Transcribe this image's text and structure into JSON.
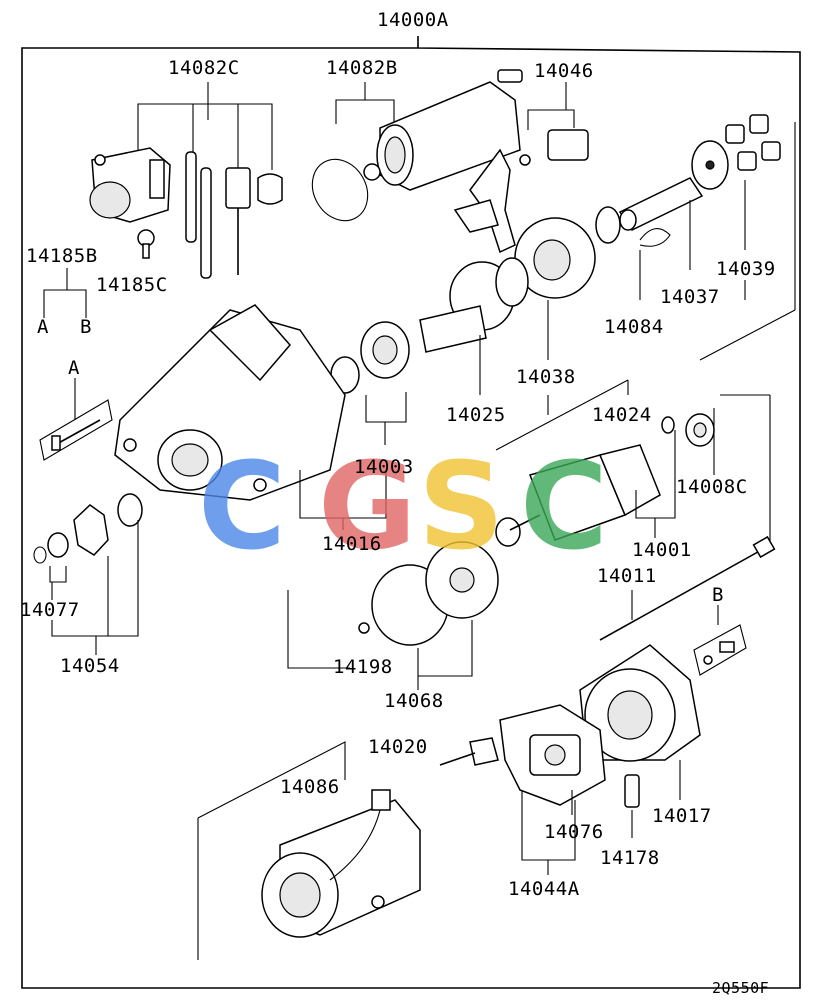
{
  "figure_code": "2Q550F",
  "assembly_label": "14000A",
  "part_labels": {
    "p14082C": "14082C",
    "p14082B": "14082B",
    "p14046": "14046",
    "p14185B": "14185B",
    "p14185C": "14185C",
    "p14039": "14039",
    "p14037": "14037",
    "p14084": "14084",
    "p14038": "14038",
    "p14025": "14025",
    "p14024": "14024",
    "p14003": "14003",
    "p14008C": "14008C",
    "p14016": "14016",
    "p14001": "14001",
    "p14077": "14077",
    "p14054": "14054",
    "p14011": "14011",
    "p14198": "14198",
    "p14068": "14068",
    "p14020": "14020",
    "p14086": "14086",
    "p14017": "14017",
    "p14076": "14076",
    "p14178": "14178",
    "p14044A": "14044A"
  },
  "ref_markers": {
    "a": "A",
    "b": "B"
  },
  "watermark": {
    "letters": [
      "C",
      "G",
      "S",
      "C"
    ],
    "colors": [
      "#4a86e8",
      "#e06666",
      "#f1c232",
      "#3aa757"
    ]
  }
}
